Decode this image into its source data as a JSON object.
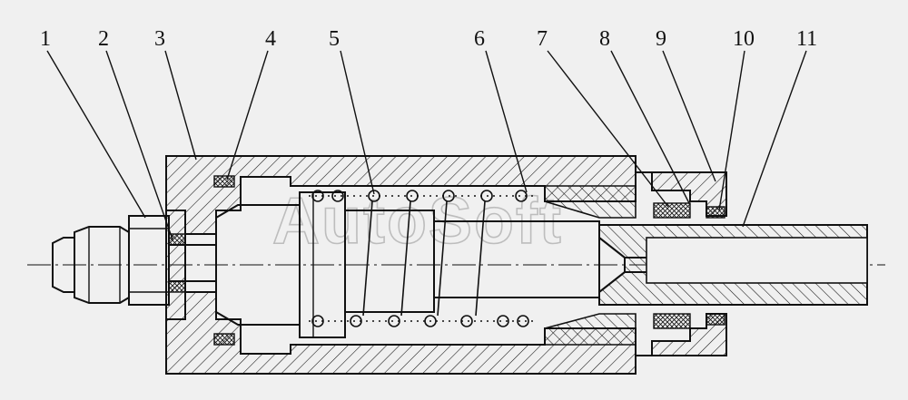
{
  "diagram": {
    "callouts": [
      "1",
      "2",
      "3",
      "4",
      "5",
      "6",
      "7",
      "8",
      "9",
      "10",
      "11"
    ],
    "watermark": "AutoSoft"
  },
  "colors": {
    "background": "#f0f0f0",
    "line": "#111111",
    "watermark": "#bdbdbd"
  }
}
